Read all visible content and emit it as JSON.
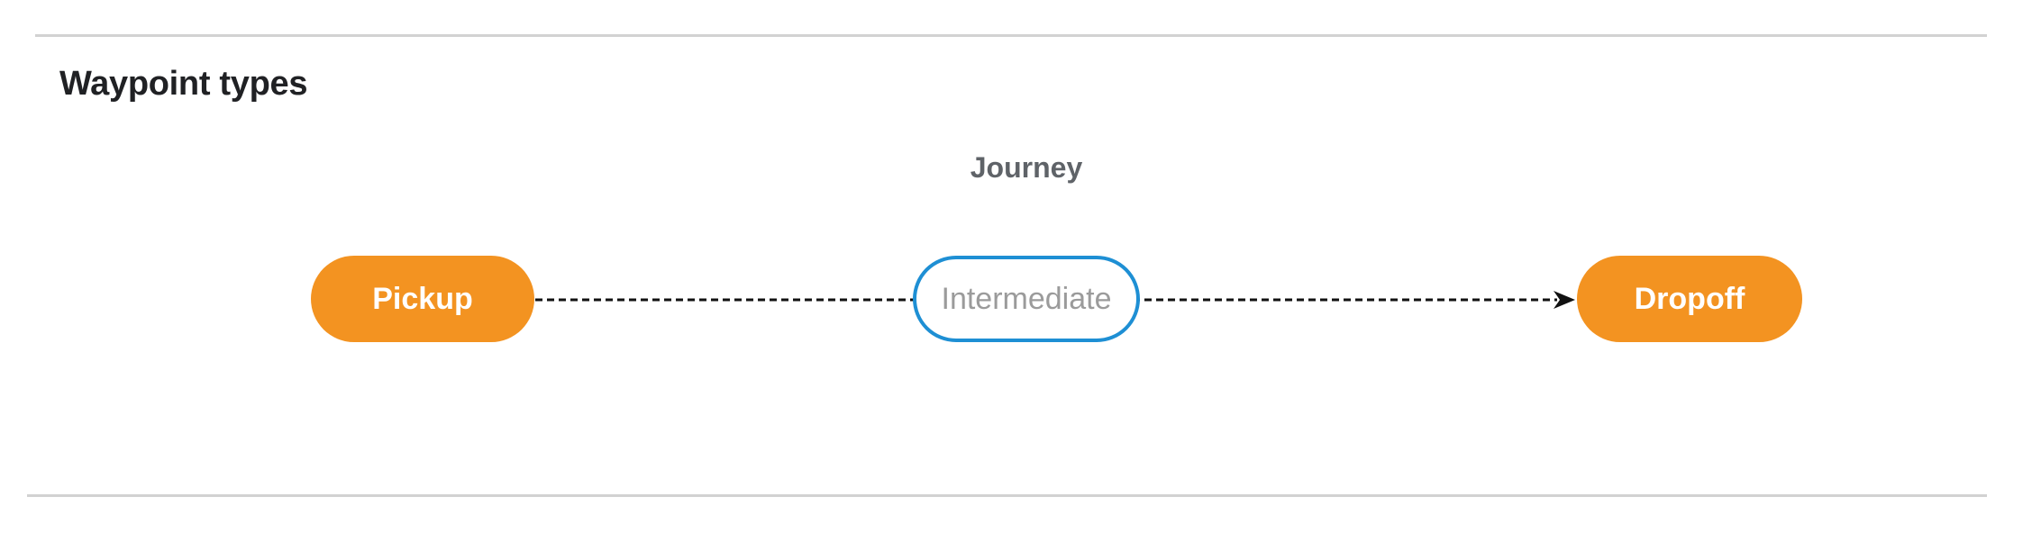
{
  "page": {
    "title": "Waypoint types"
  },
  "diagram": {
    "label": "Journey",
    "nodes": [
      {
        "id": "pickup",
        "label": "Pickup",
        "style": "filled-orange"
      },
      {
        "id": "intermediate",
        "label": "Intermediate",
        "style": "outlined-blue"
      },
      {
        "id": "dropoff",
        "label": "Dropoff",
        "style": "filled-orange"
      }
    ],
    "edge": {
      "from": "pickup",
      "to": "dropoff",
      "style": "dashed",
      "arrowhead": "chevron-right"
    }
  },
  "colors": {
    "node_fill_orange": "#F39321",
    "node_border_blue": "#1E8FD4",
    "node_text_white": "#FFFFFF",
    "node_text_gray": "#9B9B9B",
    "journey_label_gray": "#5F6368",
    "heading_text": "#202124",
    "divider_gray": "#D2D2D2",
    "edge_black": "#111111",
    "background": "#FFFFFF"
  }
}
